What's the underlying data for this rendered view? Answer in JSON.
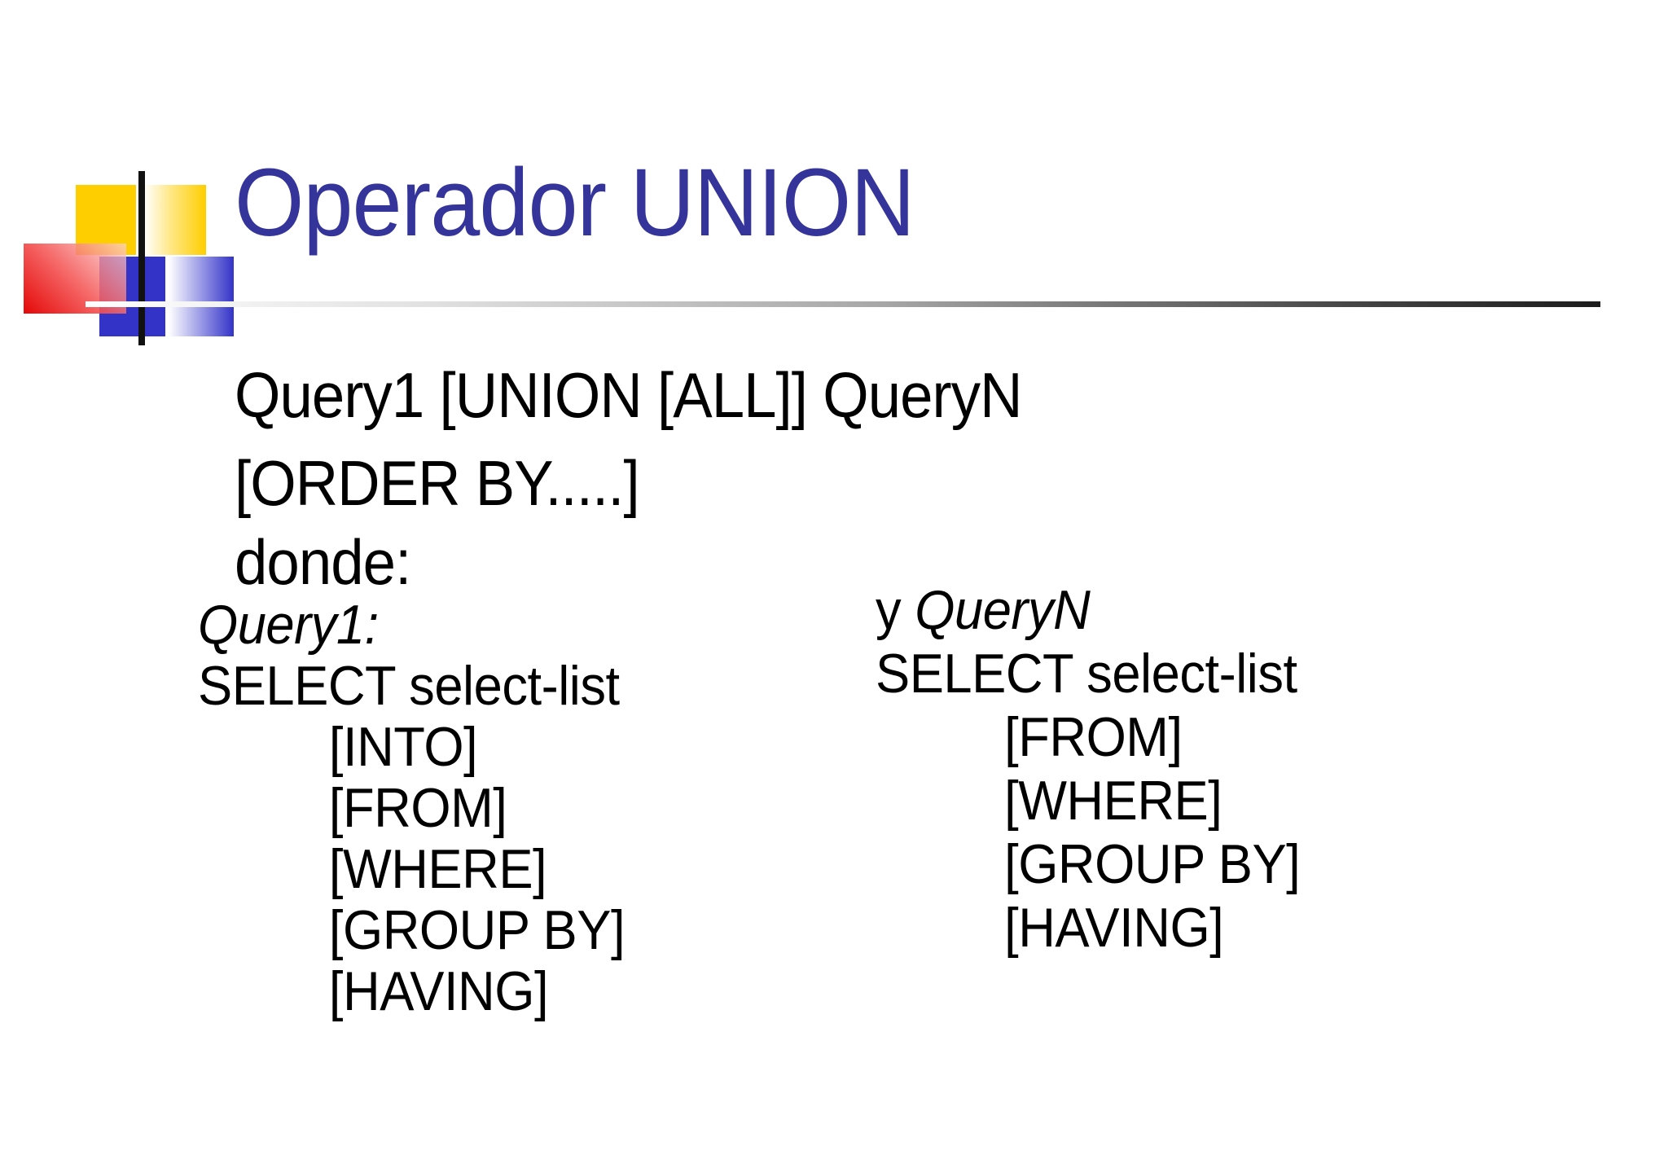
{
  "slide": {
    "title": "Operador UNION",
    "syntax": {
      "line1": "Query1 [UNION [ALL]] QueryN",
      "line2": "[ORDER BY.....]",
      "line3": "donde:"
    },
    "left_column": {
      "header_italic": "Query1:",
      "select_line": "SELECT select-list",
      "clauses": [
        "[INTO]",
        "[FROM]",
        "[WHERE]",
        "[GROUP BY]",
        "[HAVING]"
      ]
    },
    "right_column": {
      "header_prefix": "y",
      "header_italic": "QueryN",
      "select_line": "SELECT select-list",
      "clauses": [
        "[FROM]",
        "[WHERE]",
        "[GROUP BY]",
        "[HAVING]"
      ]
    },
    "colors": {
      "title_blue": "#34349b",
      "body_text": "#000000",
      "accent_yellow": "#ffce00",
      "accent_red": "#e30000",
      "accent_blue": "#3333c8",
      "divider_dark": "#1c1c1c"
    }
  }
}
